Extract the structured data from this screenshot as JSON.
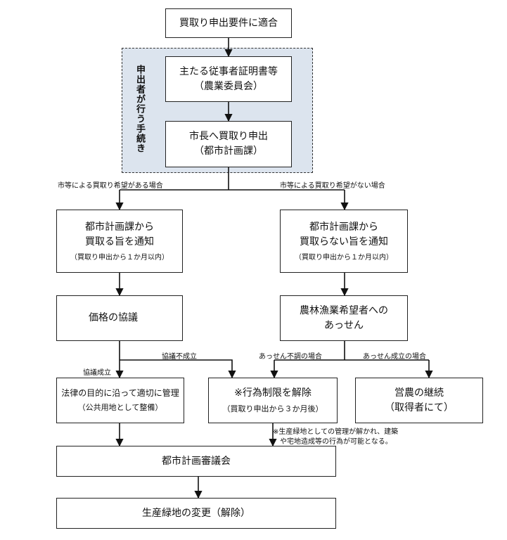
{
  "nodes": {
    "start": "買取り申出要件に適合",
    "cert_main": "主たる従事者証明書等",
    "cert_sub": "（農業委員会）",
    "request_main": "市長へ買取り申出",
    "request_sub": "（都市計画課）",
    "notify_buy_l1": "都市計画課から",
    "notify_buy_l2": "買取る旨を通知",
    "notify_buy_sub": "（買取り申出から１か月以内）",
    "notify_nobuy_l1": "都市計画課から",
    "notify_nobuy_l2": "買取らない旨を通知",
    "notify_nobuy_sub": "（買取り申出から１か月以内）",
    "price": "価格の協議",
    "mediation_l1": "農林漁業希望者への",
    "mediation_l2": "あっせん",
    "manage_main": "法律の目的に沿って適切に管理",
    "manage_sub": "（公共用地として整備）",
    "lift_main": "※行為制限を解除",
    "lift_sub": "（買取り申出から３か月後）",
    "continue_main": "営農の継続",
    "continue_sub": "（取得者にて）",
    "council": "都市計画審議会",
    "change": "生産緑地の変更（解除）"
  },
  "group_label": "申出者が行う手続き",
  "labels": {
    "wish_buy": "市等による買取り希望がある場合",
    "wish_nobuy": "市等による買取り希望がない場合",
    "agree_fail": "協議不成立",
    "agree_ok": "協議成立",
    "mediation_fail": "あっせん不調の場合",
    "mediation_ok": "あっせん成立の場合"
  },
  "note": {
    "line1": "※生産緑地としての管理が解かれ、建築",
    "line2": "や宅地造成等の行為が可能となる。"
  }
}
